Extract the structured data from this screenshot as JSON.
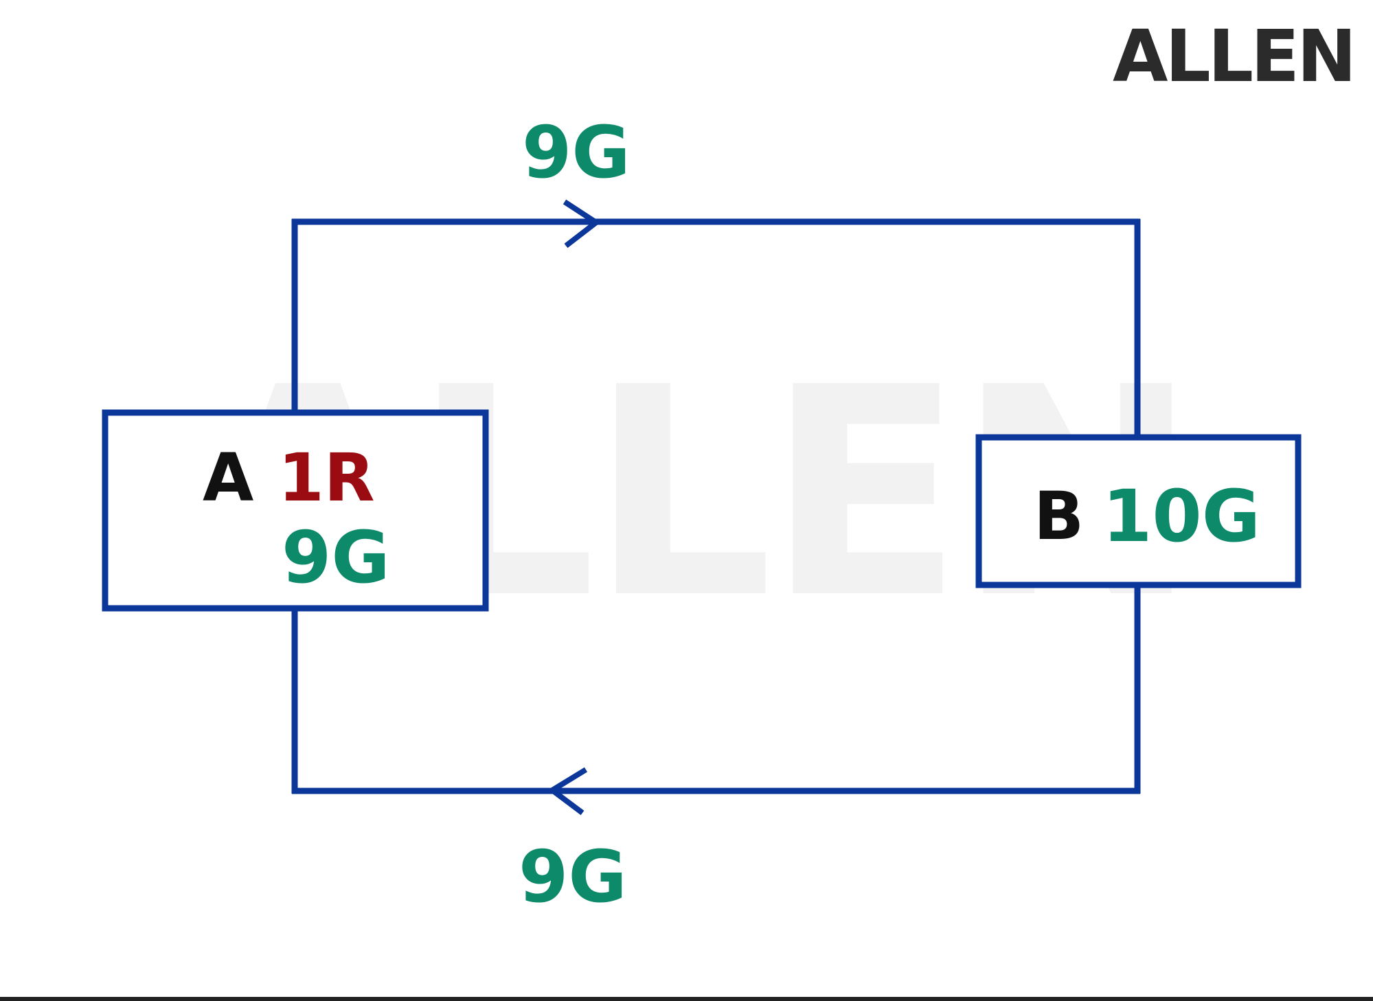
{
  "colors": {
    "flow_blue": "#0a3799",
    "green": "#0d8a6a",
    "red": "#9b0c12",
    "black": "#111111",
    "logo": "#2b2b2b",
    "watermark": "#f2f2f2",
    "rule": "#222222"
  },
  "logo": {
    "text": "ALLEN"
  },
  "watermark": {
    "text": "ALLEN"
  },
  "diagram": {
    "top_flow": {
      "label": "9G",
      "direction": "right"
    },
    "bottom_flow": {
      "label": "9G",
      "direction": "left"
    },
    "box_a": {
      "name": "A",
      "line1_qty": "1R",
      "line2_qty": "9G"
    },
    "box_b": {
      "name": "B",
      "qty": "10G"
    }
  }
}
